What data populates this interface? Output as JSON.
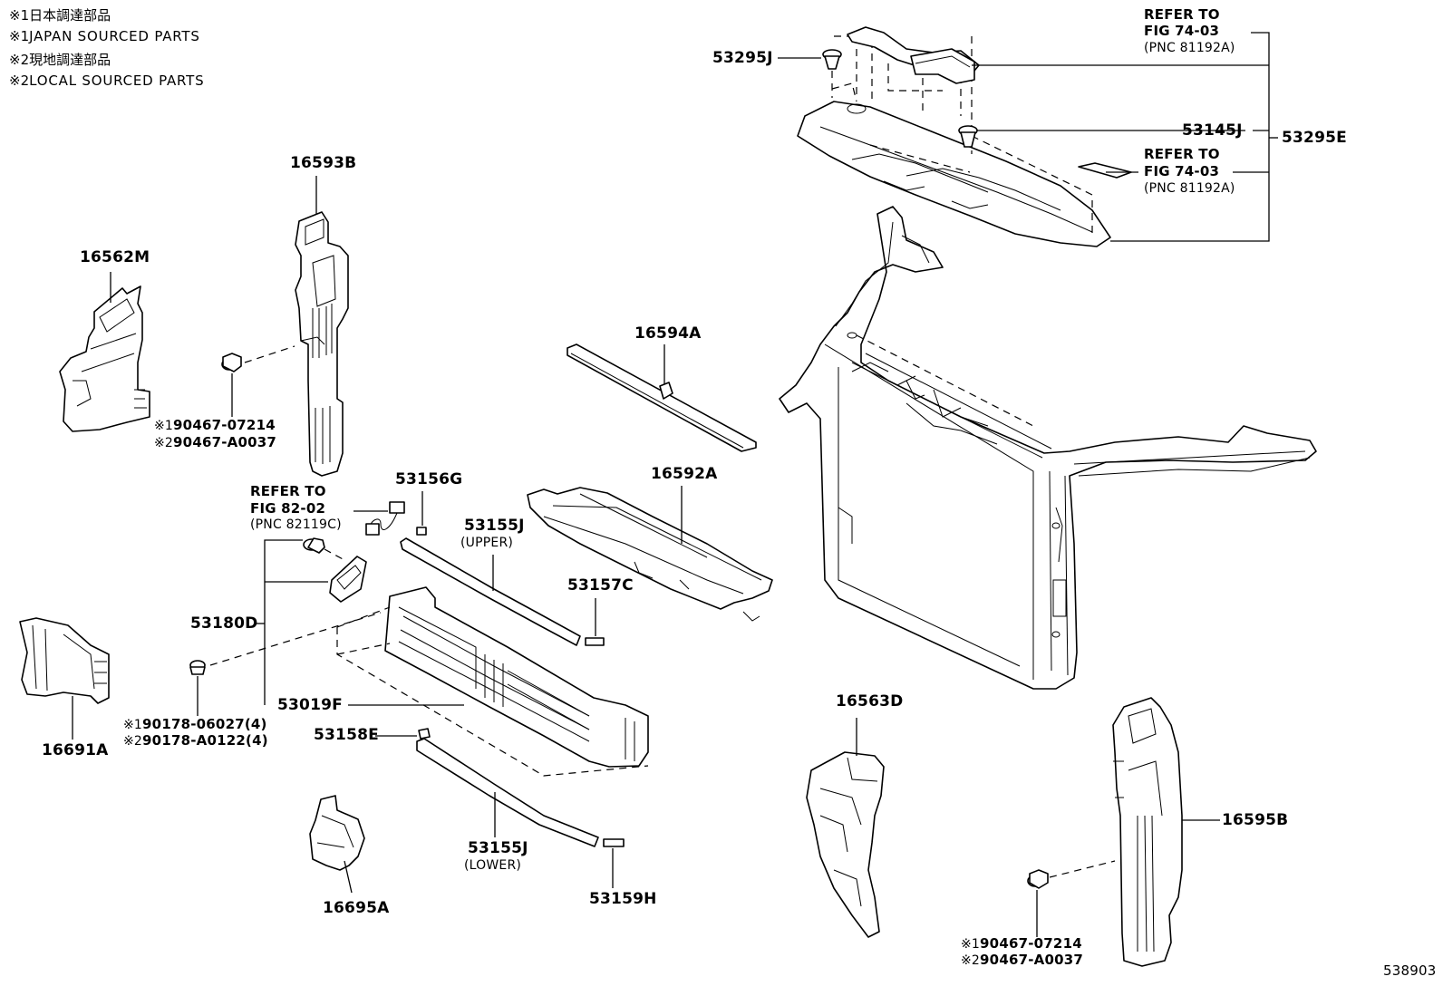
{
  "notes": {
    "n1_mark": "※1",
    "n1_jp": "日本調達部品",
    "n1_en": "JAPAN SOURCED PARTS",
    "n2_mark": "※2",
    "n2_jp": "現地調達部品",
    "n2_en": "LOCAL SOURCED PARTS"
  },
  "labels": {
    "p53295J": "53295J",
    "p53145J": "53145J",
    "p53295E": "53295E",
    "p16593B": "16593B",
    "p16562M": "16562M",
    "p16594A": "16594A",
    "p53156G": "53156G",
    "p16592A": "16592A",
    "p53155J_upper": "53155J",
    "upper": "(UPPER)",
    "p53157C": "53157C",
    "p53180D": "53180D",
    "p53019F": "53019F",
    "p53158E": "53158E",
    "p16691A": "16691A",
    "p16695A": "16695A",
    "p53155J_lower": "53155J",
    "lower": "(LOWER)",
    "p53159H": "53159H",
    "p16563D": "16563D",
    "p16595B": "16595B"
  },
  "fasteners": {
    "f1a_mark": "※1",
    "f1a": "90467-07214",
    "f1b_mark": "※2",
    "f1b": "90467-A0037",
    "f2a_mark": "※1",
    "f2a": "90178-06027(4)",
    "f2b_mark": "※2",
    "f2b": "90178-A0122(4)",
    "f3a_mark": "※1",
    "f3a": "90467-07214",
    "f3b_mark": "※2",
    "f3b": "90467-A0037"
  },
  "refers": {
    "r1_line1": "REFER TO",
    "r1_line2": "FIG 74-03",
    "r1_line3": "(PNC 81192A)",
    "r2_line1": "REFER TO",
    "r2_line2": "FIG 74-03",
    "r2_line3": "(PNC 81192A)",
    "r3_line1": "REFER TO",
    "r3_line2": "FIG 82-02",
    "r3_line3": "(PNC 82119C)"
  },
  "illustration_id": "538903"
}
